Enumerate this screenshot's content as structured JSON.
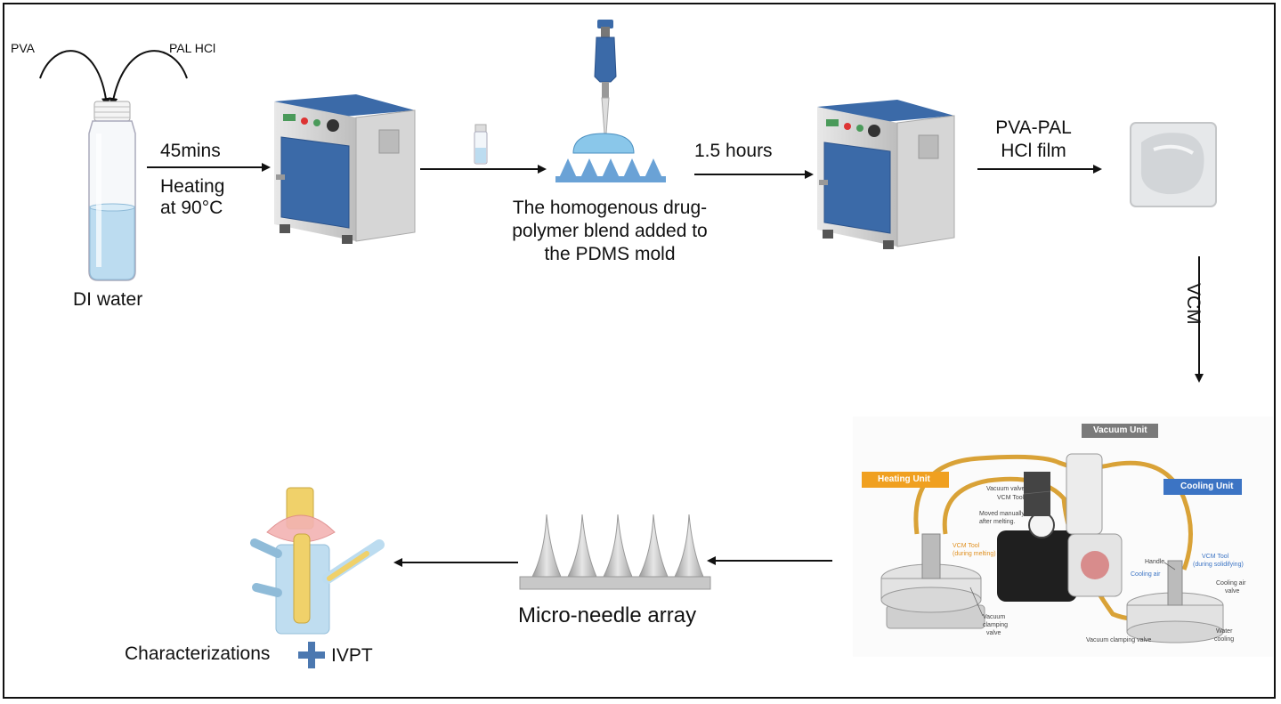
{
  "inputs": {
    "pva": "PVA",
    "pal": "PAL HCl"
  },
  "vial_label": "DI water",
  "step1": {
    "time": "45mins",
    "action": "Heating",
    "temp": "at 90°C"
  },
  "step2": {
    "line1": "The homogenous drug-",
    "line2": "polymer blend added to",
    "line3": "the PDMS mold"
  },
  "step3": {
    "time": "1.5 hours"
  },
  "film": {
    "line1": "PVA-PAL",
    "line2": "HCl film"
  },
  "vcm_label": "VCM",
  "vcm_machine": {
    "heating_unit": "Heating Unit",
    "vacuum_unit": "Vacuum Unit",
    "cooling_unit": "Cooling Unit",
    "vacuum_valves": "Vacuum valves",
    "vcm_tools": "VCM Tools",
    "moved_manually": "Moved manually",
    "after_melting": "after melting.",
    "vcm_tool_melting": "VCM Tool",
    "during_melting": "(during melting)",
    "vcm_tool_solid": "VCM Tool",
    "during_solidifying": "(during solidifying)",
    "handle": "Handle",
    "cooling_air": "Cooling air",
    "cooling_air_valve1": "Cooling air",
    "cooling_air_valve2": "valve",
    "vacuum_clamping1": "Vacuum",
    "vacuum_clamping2": "clamping",
    "vacuum_clamping3": "valve",
    "vacuum_clamping_valve": "Vacuum clamping valve",
    "water1": "Water",
    "water2": "cooling"
  },
  "array_label": "Micro-needle array",
  "final": {
    "characterizations": "Characterizations",
    "ivpt": "IVPT"
  },
  "colors": {
    "oven_blue": "#3b6aa8",
    "liquid": "#bcdcf0",
    "tube_orange": "#d9a237",
    "heating_tag": "#f0a020",
    "vacuum_tag": "#7a7a7a",
    "cooling_tag": "#3c74c4"
  }
}
